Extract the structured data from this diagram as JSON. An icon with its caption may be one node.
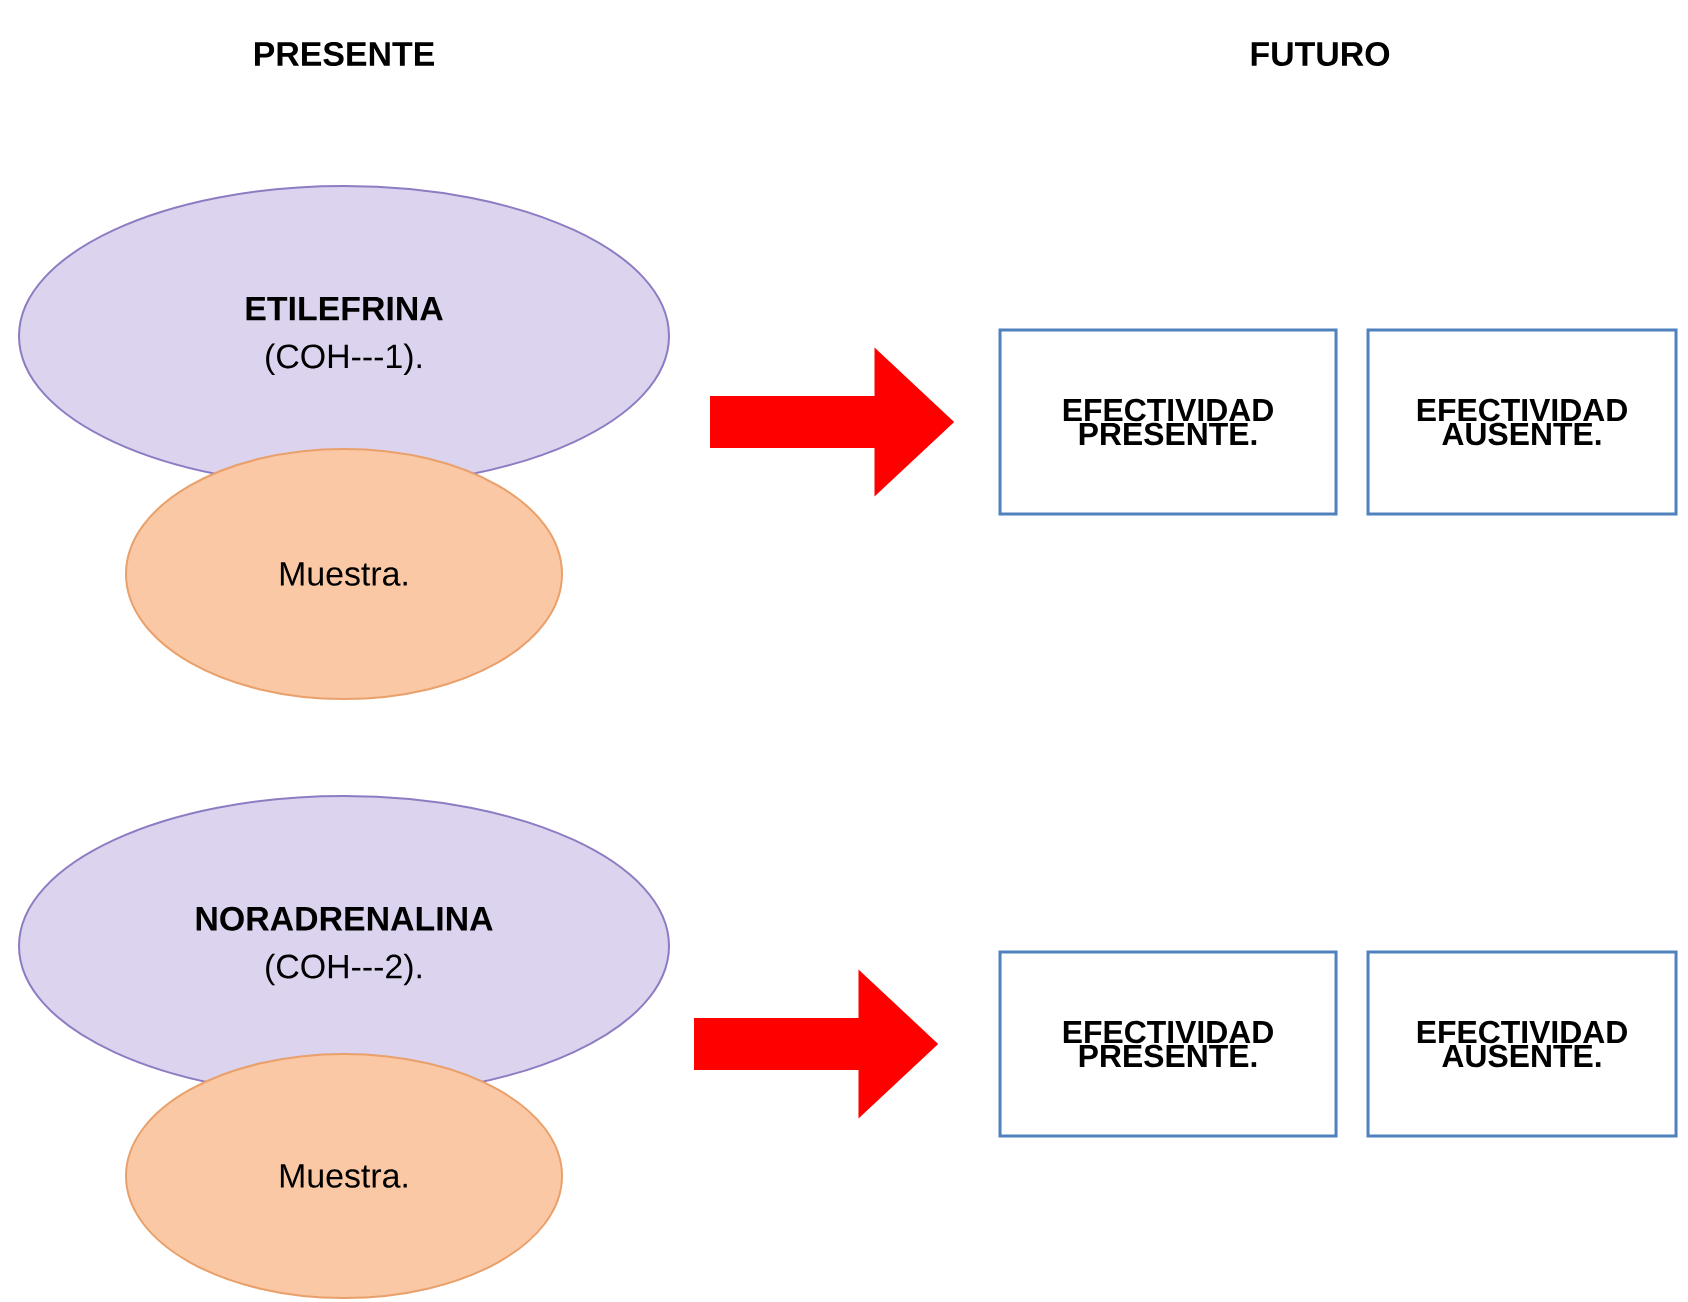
{
  "diagram": {
    "nodes": [
      {
        "text": [
          "ETILEFRINA",
          "(COH---1)."
        ]
      },
      {
        "text": [
          "Muestra."
        ]
      },
      {
        "text": [
          "EFECTIVIDAD PRESENTE."
        ]
      },
      {
        "text": [
          "EFECTIVIDAD AUSENTE."
        ]
      },
      {
        "text": [
          "NORADRENALINA",
          "(COH---2)."
        ]
      },
      {
        "text": [
          "Muestra."
        ]
      },
      {
        "text": [
          "EFECTIVIDAD PRESENTE."
        ]
      },
      {
        "text": [
          "EFECTIVIDAD AUSENTE."
        ]
      }
    ],
    "edges": [
      {
        "from": 0,
        "to": 2,
        "arrow": "to"
      },
      {
        "from": 4,
        "to": 6,
        "arrow": "to"
      }
    ],
    "labels": [
      "PRESENTE",
      "FUTURO"
    ]
  }
}
